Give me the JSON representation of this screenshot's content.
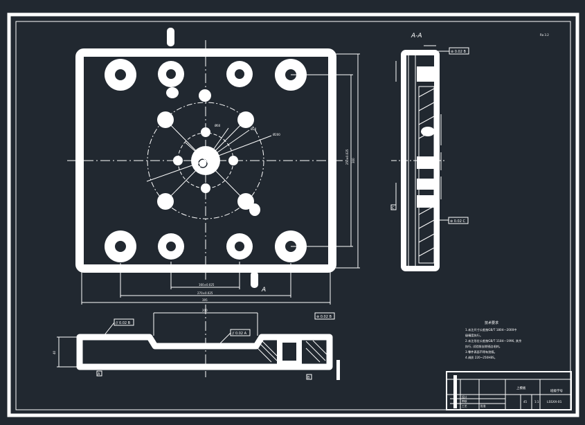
{
  "drawing": {
    "section_title": "A-A",
    "section_marker": "A",
    "surface_finish_corner": "Ra 3.2",
    "dimensions": {
      "plate_width": "395",
      "bolt_span_outer": "270±0.025",
      "bolt_span_inner": "160±0.025",
      "plate_height": "300",
      "plate_height_inner": "250±0.025",
      "center_dia": "Ø60",
      "hole_dia": "Ø20",
      "pcd_label": "Ø200",
      "front_span": "200",
      "side_thickness": "40"
    },
    "tolerances": {
      "top_flatness": "// 0.02 B",
      "mid_flatness": "// 0.02 A",
      "right_tol": "⊚ 0.02 B",
      "section_tol_top": "⊚ 0.02 B",
      "section_tol_bottom": "⊚ 0.02 C",
      "datum_a": "A",
      "datum_b": "B",
      "datum_c": "C"
    }
  },
  "notes": {
    "heading": "技术要求",
    "lines": [
      "1.未注尺寸公差按GB/T 1804—2000中",
      "级精度执行。",
      "2.未注形位公差按GB/T 1184—1996, 其余",
      "执行, 试验前去除锐边毛刺。",
      "3.零件表面不得有划痕。",
      "4.调质 220~250HBS。"
    ]
  },
  "title_block": {
    "part_name": "上模板",
    "company": "班级学号",
    "drawing_no": "LSSXX-01",
    "material": "45",
    "scale": "1:1",
    "rows": [
      "设计",
      "审核",
      "工艺",
      "批准"
    ]
  }
}
